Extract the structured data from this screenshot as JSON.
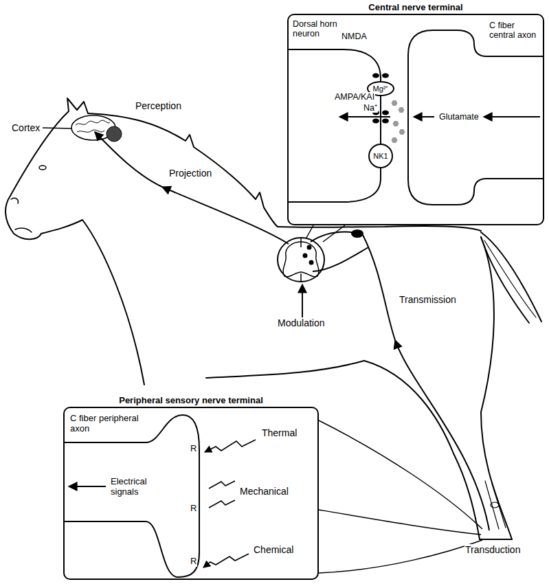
{
  "diagram": {
    "nodes": [
      {
        "text": [
          "Central nerve terminal"
        ]
      },
      {
        "text": [
          "Dorsal horn neuron"
        ],
        "in": 0
      },
      {
        "text": [
          "C fiber central axon"
        ],
        "in": 0
      },
      {
        "text": [
          "Mg²⁺"
        ],
        "in": 0
      },
      {
        "text": [
          "NK1"
        ],
        "in": 0
      },
      {
        "text": [
          "Peripheral sensory nerve terminal"
        ]
      },
      {
        "text": [
          "C fiber peripheral axon"
        ],
        "in": 5
      }
    ],
    "labels": [
      "Cortex",
      "Perception",
      "Projection",
      "Modulation",
      "Transmission",
      "Transduction",
      "NMDA",
      "AMPA/KAI",
      "Na⁺",
      "Glutamate",
      "Electrical signals",
      "R",
      "R",
      "R",
      "Thermal",
      "Mechanical",
      "Chemical"
    ]
  }
}
